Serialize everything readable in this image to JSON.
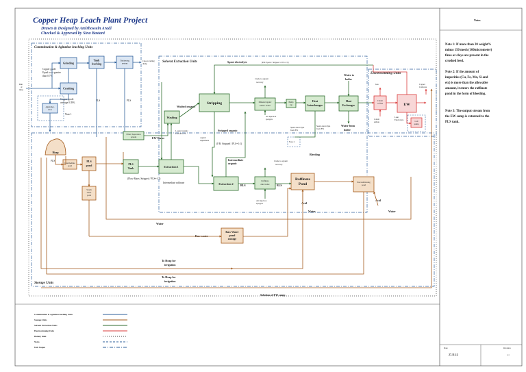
{
  "header": {
    "title": "Copper Heap Leach Plant Project",
    "drawn_by": "Drawn & Designed by Amirhossein Aradi",
    "checked_by": "Checked & Approved by Sina Bastani"
  },
  "notes_panel": {
    "heading": "Notes",
    "note1": [
      "Note 1: If more than 20 weight%",
      "minus 150 mesh (100micrometer)",
      "fines or clays are present in the",
      "crushed feed."
    ],
    "note2": [
      "Note 2: If the amount of",
      "impurities (Cu, Fe, Mn, Si and",
      "etc) is more than the allowable",
      "amount, it enters the raffinate",
      "pond in the form of bleeding."
    ],
    "note3": [
      "Note 3: The output stream from",
      "the EW sump is returned to the",
      "PLS tank."
    ],
    "date_label": "Date",
    "date_value": "27.11.12",
    "revision_label": "Revision",
    "revision_value": "1.1"
  },
  "units": {
    "comminution": "Comminution & Agitation leaching Units",
    "solvent": "Solvent Extraction Units",
    "electrowinning": "Electrowinning Units",
    "storage": "Storage Units"
  },
  "boxes": {
    "grinding": "Grinding",
    "tank_leaching": [
      "Tank",
      "leaching"
    ],
    "thickening": [
      "Thickening",
      "system"
    ],
    "crushing": "Crushing",
    "agglomeration": [
      "Agglomer-",
      "ation"
    ],
    "heap": "Heap",
    "intermediate_pond": [
      "Intermediate",
      "pond"
    ],
    "pls_pond": [
      "PLS",
      "pond"
    ],
    "storm_pond": [
      "Storm",
      "water",
      "pond"
    ],
    "filter": [
      "Filter/ Separation",
      "system"
    ],
    "pls_tank": [
      "PLS",
      "Tank"
    ],
    "washing": "Washing",
    "stripping": "Stripping",
    "extraction1": "Extraction 1",
    "extraction2": "Extraction 2",
    "diluent_top": [
      "Diluent/organic",
      "settler/ boiler"
    ],
    "diluent_bottom": [
      "Raffinate",
      "after boiler"
    ],
    "raffinate_pond": [
      "Raffinate",
      "Pond"
    ],
    "preconditioning": [
      "Preconditioning",
      "pond"
    ],
    "heat_interchanger": [
      "Heat",
      "Interchanger"
    ],
    "heat_exchanger": [
      "Heat",
      "Exchanger"
    ],
    "pump_small": [
      "Pump",
      "fan"
    ],
    "cobalt": [
      "Cobalt",
      "to flux"
    ],
    "ew": "EW",
    "cell_pump": [
      "Cell",
      "pump"
    ],
    "raw_water_pond": [
      "Raw Water",
      "pond",
      "storage"
    ]
  },
  "labels": {
    "ore_label": [
      "Run",
      "of",
      "mine"
    ],
    "grade_high": [
      "Copper grade",
      "Equal to or greater",
      "than 0.7%"
    ],
    "grade_low": [
      "Copper grade",
      "average 0.39%"
    ],
    "note1_tag": "Note 1",
    "pls": "PLS",
    "pls_right": "PLS",
    "cake_to_tailings": [
      "Cake to tailing",
      "dump"
    ],
    "spent_electrolyte": "Spent electrolyte",
    "spent_ratio": "(P.R: Spent / Stripped = P.S=1:1)",
    "washed_organic": "Washed organic",
    "loaded_organic": [
      "Loaded organic",
      "Cu 0.4%-1%"
    ],
    "stripped_organic": "Stripped organic",
    "stripped_ratio": "(F.R: Stripped / PLS=1:1)",
    "organic_adjust": [
      "organic",
      "adjustment"
    ],
    "intermediate_organic": [
      "Intermediate",
      "organic"
    ],
    "intermediate_raffinate": "Intermediate raffinate",
    "flow_rates": "(Flow Rates: Stripped / PLS=1:1)",
    "crude_top": [
      "Crude to organic",
      "recovery"
    ],
    "crude_bottom": [
      "Crude to organic",
      "recovery"
    ],
    "air_agitation_top": [
      "Air injection",
      "spargers"
    ],
    "air_agitation_bottom": [
      "Air injection",
      "spargers"
    ],
    "water_boiler": [
      "Water to",
      "boiler"
    ],
    "water_from_boiler": [
      "Water from",
      "boiler"
    ],
    "spent_from_ew": [
      "Spent electrolyte",
      "from EW"
    ],
    "spent_from_ew2": [
      "Spent electrolyte",
      "from EW"
    ],
    "note2_tag": "Note 2",
    "bleeding": "Bleeding",
    "ew_water": "EW Water",
    "cobalt_in": [
      "Cobalt",
      "sulfate"
    ],
    "cathodes": [
      "Copper",
      "Cathodes"
    ],
    "lean_electrolyte": [
      "Lean",
      "Electrolyte"
    ],
    "gas": "Gas",
    "acid1": "Acid",
    "acid2": "Acid",
    "water1": "Water",
    "water2": "Water",
    "water_main": "Water",
    "raw_water": "Raw water",
    "to_heap1": [
      "To Heap for",
      "irrigation"
    ],
    "to_heap2": [
      "To Heap for",
      "irrigation"
    ],
    "ew_sump": "Solution of EW sump",
    "raffinate_bls": "BLS",
    "tank_label": "Tank 1"
  },
  "legend": [
    {
      "label": "Comminution & Agitation leaching Units",
      "style": "solid-blue"
    },
    {
      "label": "Storage Units",
      "style": "solid-orange"
    },
    {
      "label": "Solvent Extraction Units",
      "style": "solid-green"
    },
    {
      "label": "Electrowinning Units",
      "style": "solid-red"
    },
    {
      "label": "Battery limit",
      "style": "dotted"
    },
    {
      "label": "Notes",
      "style": "dashed-blue"
    },
    {
      "label": "Unit Scopes",
      "style": "dashdot-blue"
    }
  ],
  "colors": {
    "blue": "#2d5f9a",
    "orange": "#a35a1b",
    "green": "#2d6b2d",
    "red": "#d93a3a",
    "box_blue_fill": "#dbe6f3",
    "box_green_fill": "#d6ead0",
    "box_orange_fill": "#f4dfc8",
    "box_red_fill": "#f8d7d7"
  }
}
